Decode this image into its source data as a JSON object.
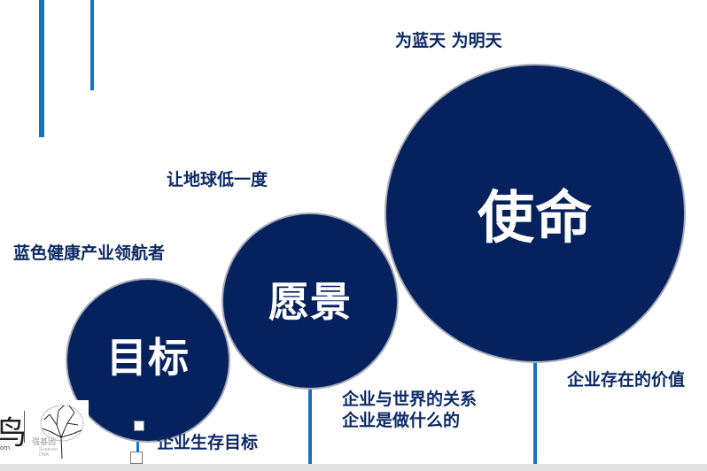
{
  "colors": {
    "circle_fill": "#06225e",
    "circle_border": "#a9acb6",
    "accent_line": "#1474c4",
    "label_text": "#0d2a66"
  },
  "tagline": "为蓝天 为明天",
  "circles": [
    {
      "title": "目标",
      "caption": "企业生存目标",
      "sublabel": "蓝色健康产业领航者"
    },
    {
      "title": "愿景",
      "caption_lines": [
        "企业与世界的关系",
        "企业是做什么的"
      ],
      "sublabel": "让地球低一度"
    },
    {
      "title": "使命",
      "caption": "企业存在的价值"
    }
  ],
  "logo": {
    "glyph": "鸟",
    "suffix": "om",
    "brand_cn": "强基因",
    "brand_en_1": "Superior",
    "brand_en_2": "DNA"
  }
}
